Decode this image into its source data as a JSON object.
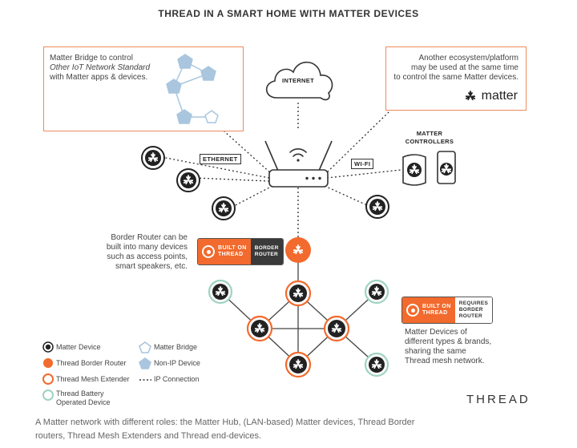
{
  "title": "THREAD IN A SMART HOME WITH MATTER DEVICES",
  "bridge_box": {
    "line1": "Matter Bridge to control",
    "line2": "Other IoT Network Standard",
    "line3": "with Matter apps & devices."
  },
  "ecosystem_box": {
    "line1": "Another ecosystem/platform",
    "line2": "may be used at the same time",
    "line3": "to control the same Matter devices.",
    "logo_text": "matter"
  },
  "cloud_label": "INTERNET",
  "ethernet_label": "ETHERNET",
  "wifi_label": "WI-FI",
  "controllers_label_1": "MATTER",
  "controllers_label_2": "CONTROLLERS",
  "border_router_note": {
    "line1": "Border Router can be",
    "line2": "built into many devices",
    "line3": "such as access points,",
    "line4": "smart speakers, etc."
  },
  "badge_border_router": {
    "left_1": "BUILT ON",
    "left_2": "THREAD",
    "right_1": "BORDER",
    "right_2": "ROUTER"
  },
  "badge_requires": {
    "left_1": "BUILT ON",
    "left_2": "THREAD",
    "right_1": "REQUIRES",
    "right_2": "BORDER",
    "right_3": "ROUTER"
  },
  "devices_note": {
    "line1": "Matter Devices of",
    "line2": "different types & brands,",
    "line3": "sharing the same",
    "line4": "Thread mesh network."
  },
  "legend": {
    "matter_device": "Matter Device",
    "thread_border_router": "Thread Border Router",
    "thread_mesh_extender": "Thread Mesh Extender",
    "thread_battery_1": "Thread Battery",
    "thread_battery_2": "Operated Device",
    "matter_bridge": "Matter Bridge",
    "non_ip_device": "Non-IP Device",
    "ip_connection": "IP Connection"
  },
  "thread_logo": "THREAD",
  "caption_line1": "A Matter network with different roles: the Matter Hub, (LAN-based) Matter devices, Thread Border",
  "caption_line2": "routers, Thread Mesh Extenders and Thread end-devices.",
  "colors": {
    "orange": "#f26a2d",
    "box_border": "#f08a5d",
    "teal": "#9fd3c1",
    "bridge_blue": "#a9c6de",
    "dark": "#222222"
  }
}
